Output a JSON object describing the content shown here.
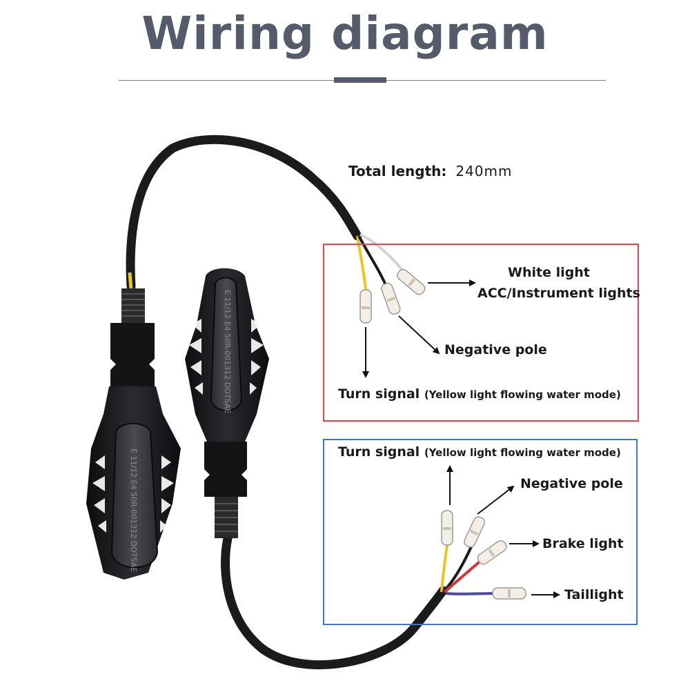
{
  "title": "Wiring diagram",
  "total_length": {
    "label": "Total length:",
    "value": "240mm"
  },
  "lamp_markings": [
    "E 11/12 E4 50R-001312 DOTSAE",
    "E 11/12 E4 50R-001312 DOTSAE"
  ],
  "front_box": {
    "border_color": "#e0464a",
    "labels": {
      "white_light": "White light",
      "acc": "ACC/Instrument lights",
      "negative": "Negative pole",
      "turn_signal": "Turn signal",
      "turn_mode": "(Yellow light flowing water mode)"
    }
  },
  "rear_box": {
    "border_color": "#3a76d6",
    "labels": {
      "turn_signal": "Turn signal",
      "turn_mode": "(Yellow light flowing water mode)",
      "negative": "Negative pole",
      "brake": "Brake light",
      "tail": "Taillight"
    }
  },
  "wire_colors": {
    "yellow": "#e8c51f",
    "black": "#1a1a1a",
    "white": "#e8e8e8",
    "red": "#d93030",
    "blue": "#4a4aa8"
  }
}
